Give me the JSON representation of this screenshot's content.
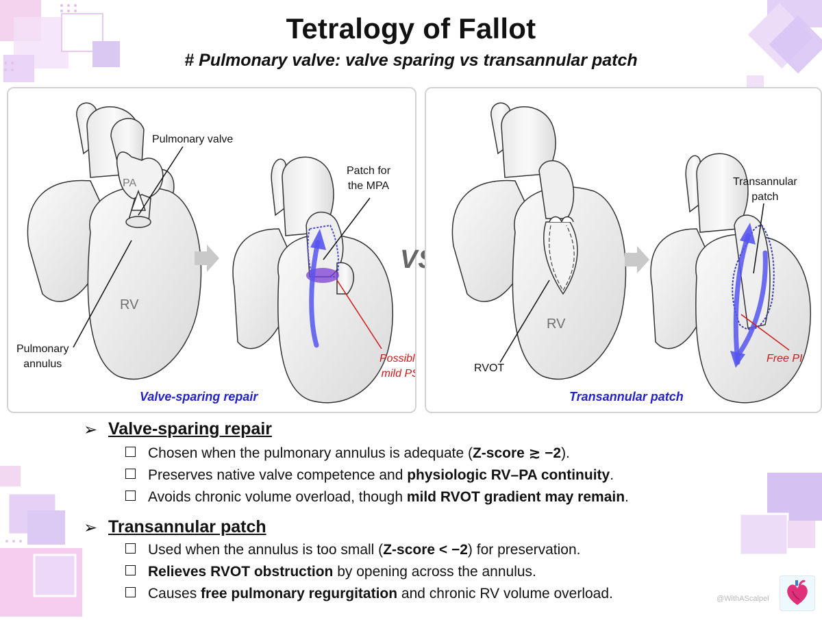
{
  "header": {
    "title": "Tetralogy of Fallot",
    "subtitle": "# Pulmonary valve: valve sparing vs transannular patch"
  },
  "left_panel": {
    "caption": "Valve-sparing repair",
    "labels": {
      "pulmonary_valve": "Pulmonary valve",
      "pa": "PA",
      "rv": "RV",
      "pulmonary_annulus_1": "Pulmonary",
      "pulmonary_annulus_2": "annulus",
      "patch_mpa_1": "Patch for",
      "patch_mpa_2": "the MPA",
      "mild_ps_1": "Possible",
      "mild_ps_2": "mild PS"
    }
  },
  "vs_label": "VS",
  "right_panel": {
    "caption": "Transannular patch",
    "labels": {
      "rv": "RV",
      "rvot": "RVOT",
      "transannular_1": "Transannular",
      "transannular_2": "patch",
      "free_pi": "Free PI"
    }
  },
  "sections": [
    {
      "title": "Valve-sparing repair",
      "bullets": [
        {
          "parts": [
            {
              "t": "Chosen when the pulmonary annulus is adequate (",
              "b": false
            },
            {
              "t": "Z-score ≳ −2",
              "b": true
            },
            {
              "t": ").",
              "b": false
            }
          ]
        },
        {
          "parts": [
            {
              "t": "Preserves native valve competence and ",
              "b": false
            },
            {
              "t": "physiologic RV–PA continuity",
              "b": true
            },
            {
              "t": ".",
              "b": false
            }
          ]
        },
        {
          "parts": [
            {
              "t": "Avoids chronic volume overload, though ",
              "b": false
            },
            {
              "t": "mild RVOT gradient may remain",
              "b": true
            },
            {
              "t": ".",
              "b": false
            }
          ]
        }
      ]
    },
    {
      "title": "Transannular patch",
      "bullets": [
        {
          "parts": [
            {
              "t": "Used when the annulus is too small (",
              "b": false
            },
            {
              "t": "Z-score < −2",
              "b": true
            },
            {
              "t": ") for preservation.",
              "b": false
            }
          ]
        },
        {
          "parts": [
            {
              "t": "Relieves RVOT obstruction",
              "b": true
            },
            {
              "t": " by opening across the annulus.",
              "b": false
            }
          ]
        },
        {
          "parts": [
            {
              "t": "Causes ",
              "b": false
            },
            {
              "t": "free pulmonary regurgitation",
              "b": true
            },
            {
              "t": " and chronic RV volume overload.",
              "b": false
            }
          ]
        }
      ]
    }
  ],
  "footer": {
    "watermark": "@WithAScalpel",
    "badge_icon": "heart-icon"
  },
  "colors": {
    "caption_blue": "#2222c8",
    "annotation_red": "#d01818",
    "flow_arrow_blue": "#5555ee",
    "patch_purple": "#7a3fd0",
    "deco_pink": "#f6c9ee",
    "deco_lavender": "#d7c2f4"
  }
}
